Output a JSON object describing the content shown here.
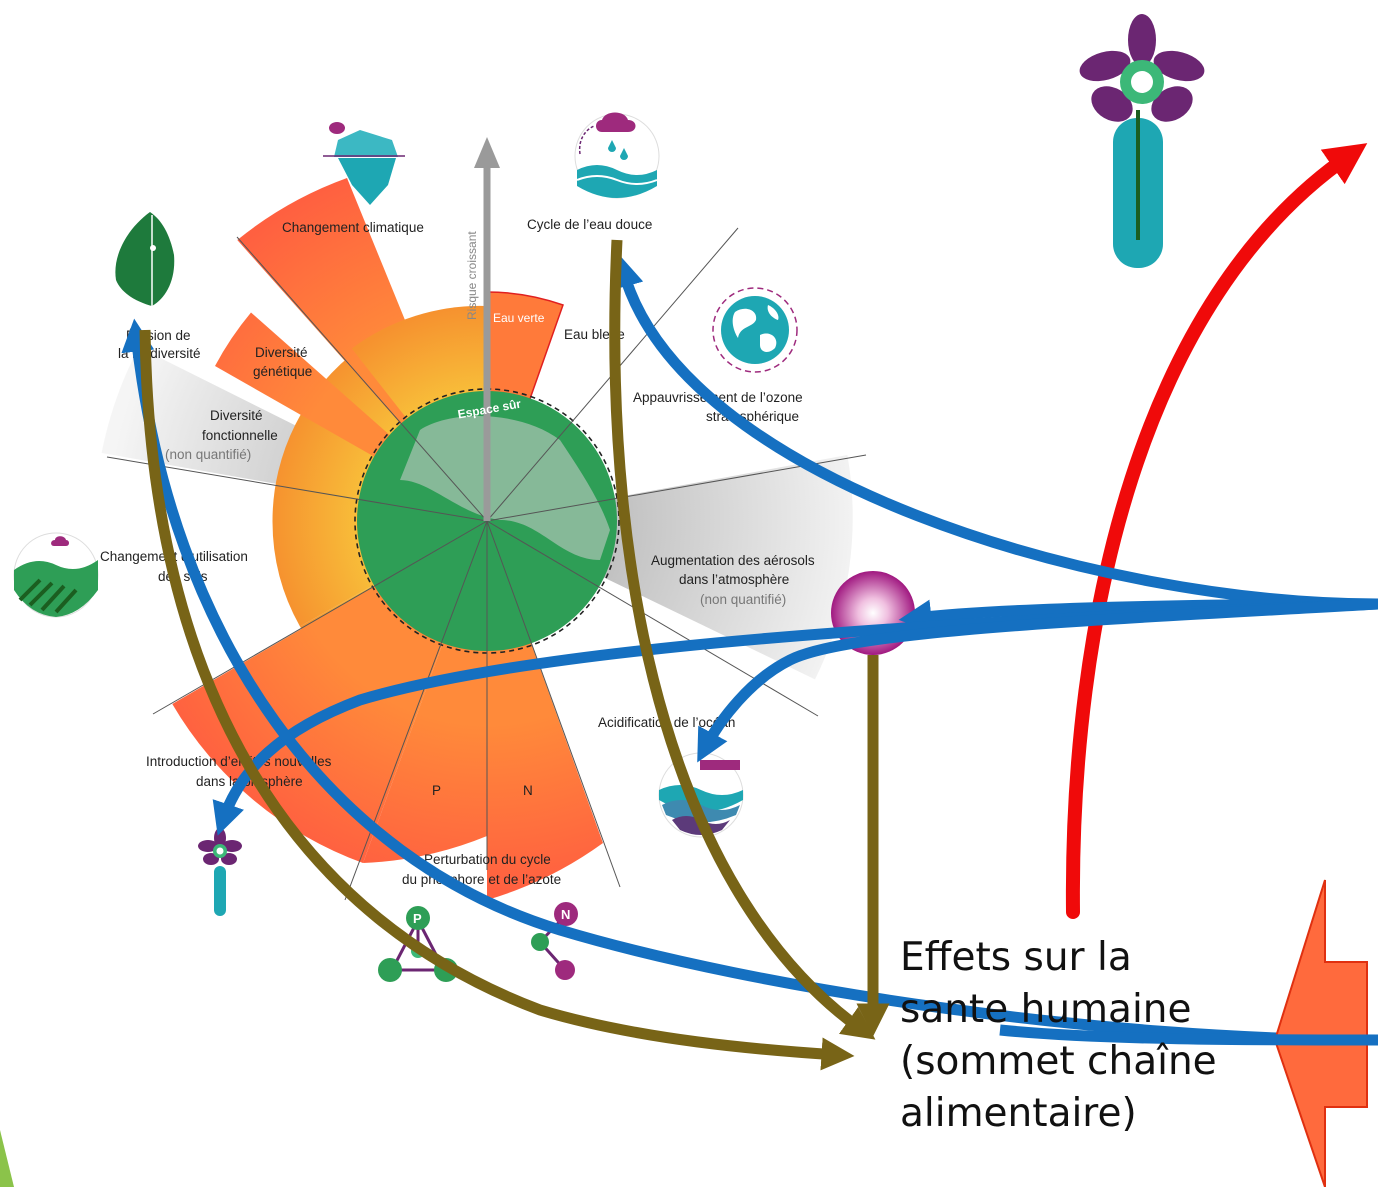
{
  "diagram": {
    "boundaries": {
      "climate": "Changement climatique",
      "freshwater": "Cycle de l’eau douce",
      "green_water": "Eau verte",
      "blue_water": "Eau bleue",
      "ozone": [
        "Appauvrissement de l’ozone",
        "stratosphérique"
      ],
      "aerosols": [
        "Augmentation des aérosols",
        "dans l’atmosphère",
        "(non quantifié)"
      ],
      "ocean": "Acidification de l’océan",
      "biogeochem": [
        "Perturbation du cycle",
        "du phosphore et de l’azote"
      ],
      "phosphorus": "P",
      "nitrogen": "N",
      "novel_entities": [
        "Introduction d’entités nouvelles",
        "dans la biosphère"
      ],
      "land_use": [
        "Changement d’utilisation",
        "des sols"
      ],
      "biodiversity": [
        "Érosion de",
        "la biodiversité"
      ],
      "genetic": [
        "Diversité",
        "génétique"
      ],
      "functional": [
        "Diversité",
        "fonctionnelle",
        "(non quantifié)"
      ]
    },
    "safe_space": "Espace sûr",
    "axis_label": "Risque croissant",
    "pn_labels": [
      "P",
      "N"
    ],
    "colors": {
      "safe_green": "#2E9E56",
      "boundary_orange": "#F6A03A",
      "high_risk_red": "#FF6A3D",
      "blue_arrow": "#1570C1",
      "brown_arrow": "#786417",
      "red_arrow": "#F00A0A",
      "icon_purple": "#6B2672",
      "icon_teal": "#1EA7B3"
    }
  },
  "annotation": {
    "lines": [
      "Effets sur la",
      "sante humaine",
      "(sommet chaîne",
      "alimentaire)"
    ]
  }
}
